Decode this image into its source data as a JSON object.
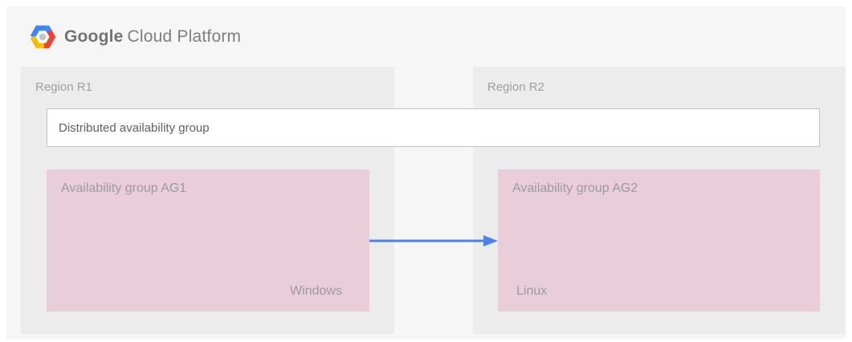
{
  "header": {
    "brand": "Google",
    "product": "Cloud Platform",
    "logo_icon": "gcp-hexagon-icon"
  },
  "diagram": {
    "regions": [
      {
        "label": "Region R1"
      },
      {
        "label": "Region R2"
      }
    ],
    "distributed_group": {
      "label": "Distributed availability group"
    },
    "availability_groups": [
      {
        "label": "Availability group AG1",
        "os": "Windows",
        "region": "Region R1"
      },
      {
        "label": "Availability group AG2",
        "os": "Linux",
        "region": "Region R2"
      }
    ],
    "arrow": {
      "from": "Availability group AG1",
      "to": "Availability group AG2",
      "direction": "left-to-right"
    }
  },
  "colors": {
    "page_bg": "#ffffff",
    "panel_bg": "#f6f6f6",
    "region_bg": "#ececec",
    "availability_group_bg": "#e9ced9",
    "dag_border": "#c2c2c2",
    "label_gray": "#9b9b9b",
    "region_label_gray": "#9e9e9e",
    "dag_text_gray": "#616161",
    "arrow_blue": "#4e82e8",
    "logo_blue": "#4285f4",
    "logo_red": "#ea4335",
    "logo_yellow": "#fbbc05",
    "logo_center_gray": "#c4c4c4",
    "logo_text_gray": "#737373"
  }
}
